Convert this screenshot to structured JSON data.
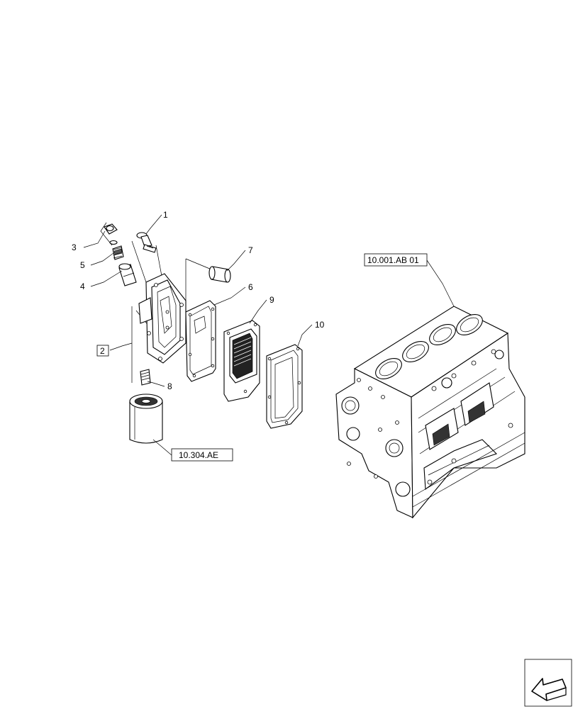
{
  "callouts": [
    {
      "id": "1",
      "label": "1"
    },
    {
      "id": "2",
      "label": "2"
    },
    {
      "id": "3",
      "label": "3"
    },
    {
      "id": "4",
      "label": "4"
    },
    {
      "id": "5",
      "label": "5"
    },
    {
      "id": "6",
      "label": "6"
    },
    {
      "id": "7",
      "label": "7"
    },
    {
      "id": "8",
      "label": "8"
    },
    {
      "id": "9",
      "label": "9"
    },
    {
      "id": "10",
      "label": "10"
    }
  ],
  "references": {
    "engine_block": "10.001.AB 01",
    "oil_filter": "10.304.AE"
  },
  "icons": {
    "nav_arrow": "previous-page-arrow-icon"
  }
}
